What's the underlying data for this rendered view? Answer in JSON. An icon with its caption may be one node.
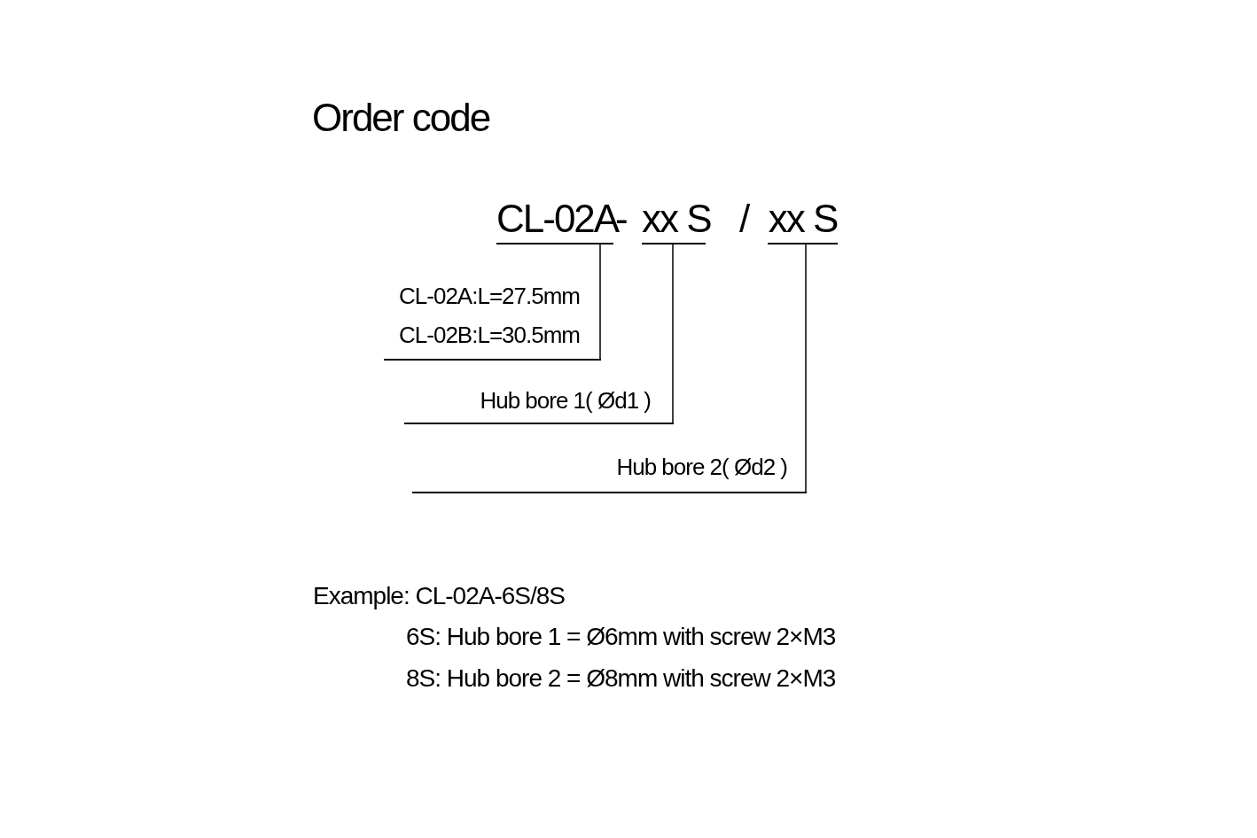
{
  "diagram": {
    "title": "Order code",
    "nodes": [
      {
        "text": [
          "CL-02A"
        ]
      },
      {
        "text": [
          "xx S"
        ]
      },
      {
        "text": [
          "xx S"
        ]
      },
      {
        "text": [
          "CL-02A:L=27.5mm",
          "CL-02B:L=30.5mm"
        ]
      },
      {
        "text": [
          "Hub bore 1( Ød1 )"
        ]
      },
      {
        "text": [
          "Hub bore 2( Ød2 )"
        ]
      }
    ],
    "edges": [
      {
        "from": 0,
        "to": 3,
        "arrow": "none"
      },
      {
        "from": 1,
        "to": 4,
        "arrow": "none"
      },
      {
        "from": 2,
        "to": 5,
        "arrow": "none"
      }
    ],
    "labels": [
      "-",
      "/",
      "Example: CL-02A-6S/8S",
      "6S: Hub bore 1 = Ø6mm with screw 2×M3",
      "8S: Hub bore 2 = Ø8mm with screw 2×M3"
    ]
  }
}
